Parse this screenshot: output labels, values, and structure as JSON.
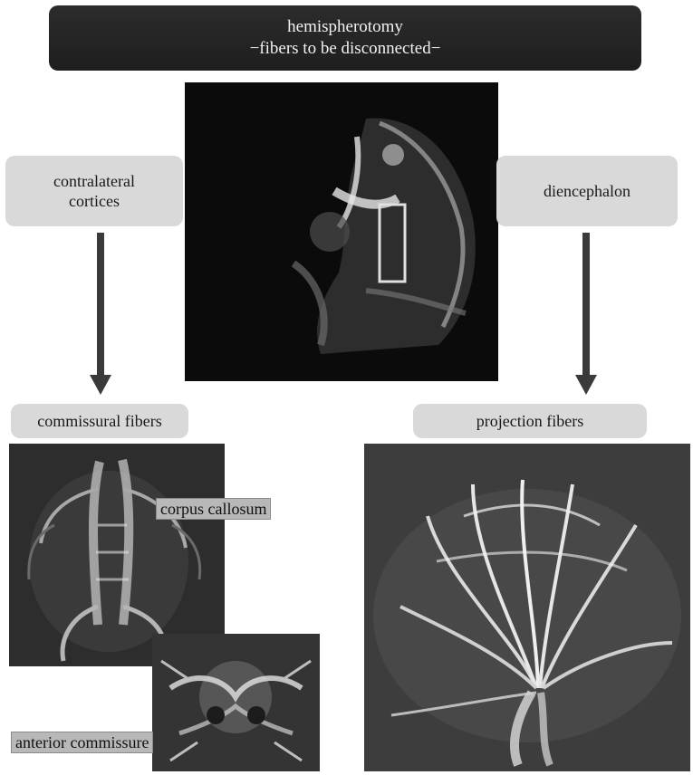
{
  "title": {
    "line1": "hemispherotomy",
    "line2": "−fibers to be disconnected−"
  },
  "left_source": {
    "line1": "contralateral",
    "line2": "cortices"
  },
  "right_source": {
    "label": "diencephalon"
  },
  "left_target": {
    "label": "commissural fibers"
  },
  "right_target": {
    "label": "projection fibers"
  },
  "annotations": {
    "corpus_callosum": "corpus callosum",
    "anterior_commissure": "anterior commissure"
  },
  "colors": {
    "banner": "#242424",
    "pill": "#d9d9d9",
    "arrow": "#3a3a3a",
    "annotation_box": "#b8b8b8"
  }
}
